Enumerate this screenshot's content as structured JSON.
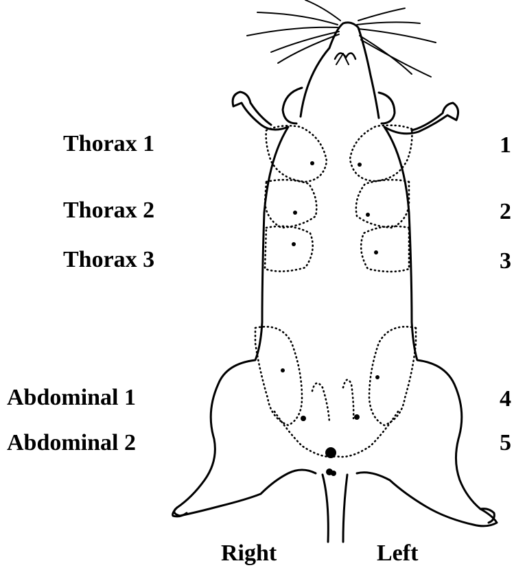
{
  "left_labels": [
    "Thorax 1",
    "Thorax 2",
    "Thorax 3",
    "Abdominal 1",
    "Abdominal 2"
  ],
  "right_numbers": [
    "1",
    "2",
    "3",
    "4",
    "5"
  ],
  "bottom_labels": {
    "right": "Right",
    "left": "Left"
  },
  "colors": {
    "ink": "#000000",
    "background": "#ffffff"
  }
}
